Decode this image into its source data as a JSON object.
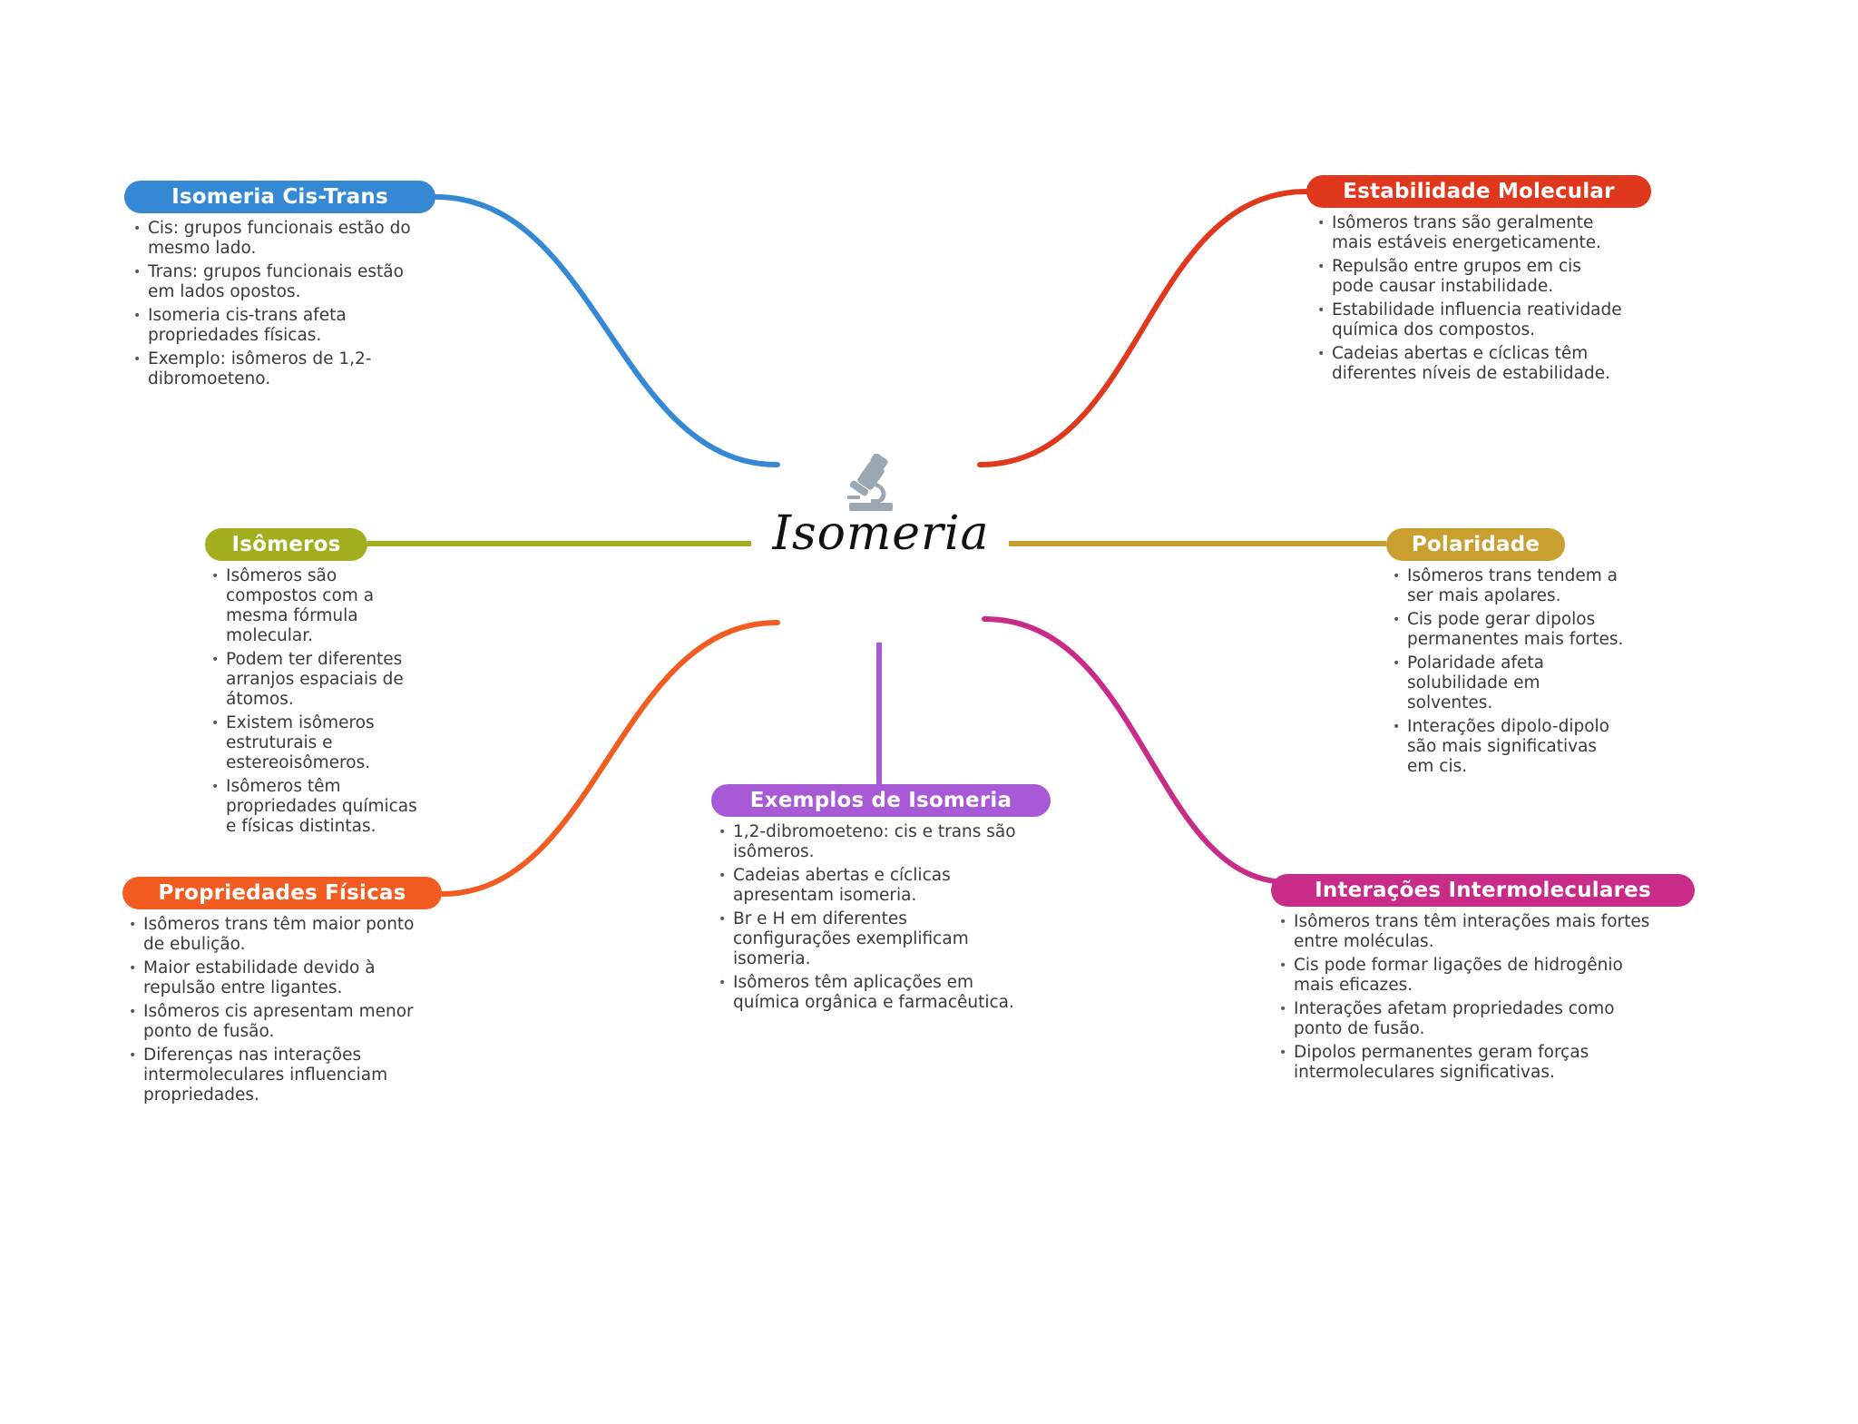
{
  "center": {
    "title": "Isomeria",
    "icon": "microscope-icon"
  },
  "branches": [
    {
      "id": "cis-trans",
      "title": "Isomeria Cis-Trans",
      "color": "#3589d4",
      "items": [
        "Cis: grupos funcionais estão do mesmo lado.",
        "Trans: grupos funcionais estão em lados opostos.",
        "Isomeria cis-trans afeta propriedades físicas.",
        "Exemplo: isômeros de 1,2-dibromoeteno."
      ]
    },
    {
      "id": "estabilidade",
      "title": "Estabilidade Molecular",
      "color": "#e0381c",
      "items": [
        "Isômeros trans são geralmente mais estáveis energeticamente.",
        "Repulsão entre grupos em cis pode causar instabilidade.",
        "Estabilidade influencia reatividade química dos compostos.",
        "Cadeias abertas e cíclicas têm diferentes níveis de estabilidade."
      ]
    },
    {
      "id": "isomeros",
      "title": "Isômeros",
      "color": "#a2ae1e",
      "items": [
        "Isômeros são compostos com a mesma fórmula molecular.",
        "Podem ter diferentes arranjos espaciais de átomos.",
        "Existem isômeros estruturais e estereoisômeros.",
        "Isômeros têm propriedades químicas e físicas distintas."
      ]
    },
    {
      "id": "polaridade",
      "title": "Polaridade",
      "color": "#c9a030",
      "items": [
        "Isômeros trans tendem a ser mais apolares.",
        "Cis pode gerar dipolos permanentes mais fortes.",
        "Polaridade afeta solubilidade em solventes.",
        "Interações dipolo-dipolo são mais significativas em cis."
      ]
    },
    {
      "id": "propriedades",
      "title": "Propriedades Físicas",
      "color": "#f25c20",
      "items": [
        "Isômeros trans têm maior ponto de ebulição.",
        "Maior estabilidade devido à repulsão entre ligantes.",
        "Isômeros cis apresentam menor ponto de fusão.",
        "Diferenças nas interações intermoleculares influenciam propriedades."
      ]
    },
    {
      "id": "exemplos",
      "title": "Exemplos de Isomeria",
      "color": "#a85ad6",
      "items": [
        "1,2-dibromoeteno: cis e trans são isômeros.",
        "Cadeias abertas e cíclicas apresentam isomeria.",
        "Br e H em diferentes configurações exemplificam isomeria.",
        "Isômeros têm aplicações em química orgânica e farmacêutica."
      ]
    },
    {
      "id": "interacoes",
      "title": "Interações Intermoleculares",
      "color": "#c92c88",
      "items": [
        "Isômeros trans têm interações mais fortes entre moléculas.",
        "Cis pode formar ligações de hidrogênio mais eficazes.",
        "Interações afetam propriedades como ponto de fusão.",
        "Dipolos permanentes geram forças intermoleculares significativas."
      ]
    }
  ]
}
